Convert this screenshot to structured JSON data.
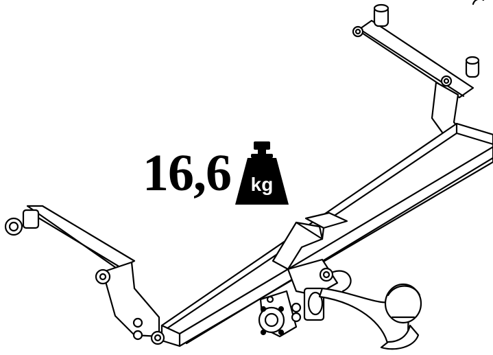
{
  "product": {
    "weight_value": "16,6",
    "weight_unit": "kg"
  },
  "icons": {
    "weight": "weight-icon",
    "tow_bar": "tow-bar-drawing"
  },
  "colors": {
    "line": "#000000",
    "fill": "#ffffff",
    "shade": "#d9d9d9"
  }
}
